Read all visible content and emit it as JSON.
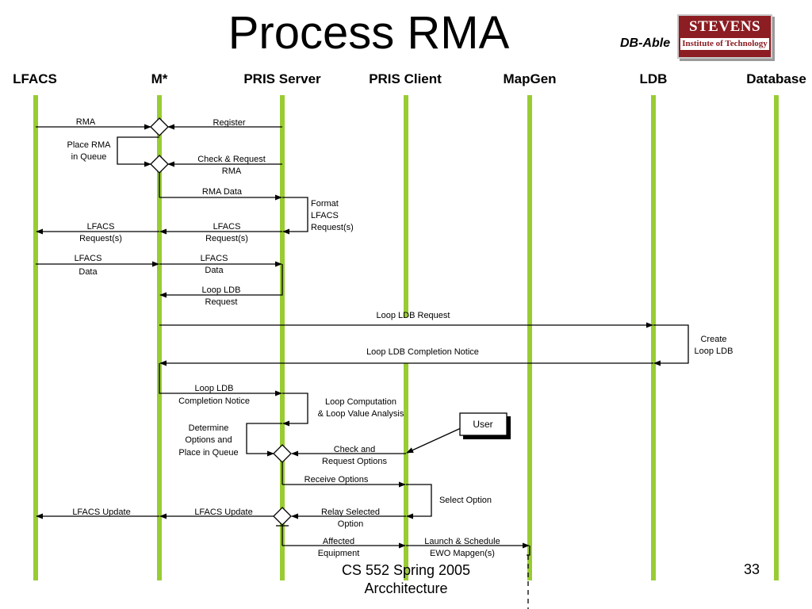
{
  "title": "Process RMA",
  "tag": "DB-Able",
  "logo": {
    "line1": "STEVENS",
    "line2": "Institute of Technology"
  },
  "lanes": [
    "LFACS",
    "M*",
    "PRIS Server",
    "PRIS Client",
    "MapGen",
    "LDB",
    "Database"
  ],
  "colors": {
    "lifeline": "#99cc33",
    "line": "#000000"
  },
  "messages": {
    "rma": "RMA",
    "register": "Register",
    "place_rma": [
      "Place RMA",
      "in Queue"
    ],
    "check_request": [
      "Check & Request",
      "RMA"
    ],
    "rma_data": "RMA Data",
    "format_lfacs": [
      "Format",
      "LFACS",
      "Request(s)"
    ],
    "lfacs_request_left": [
      "LFACS",
      "Request(s)"
    ],
    "lfacs_request_mid": [
      "LFACS",
      "Request(s)"
    ],
    "lfacs_data_left": [
      "LFACS",
      "Data"
    ],
    "lfacs_data_mid": [
      "LFACS",
      "Data"
    ],
    "loop_ldb_request_1": [
      "Loop LDB",
      "Request"
    ],
    "loop_ldb_request_2": "Loop LDB Request",
    "create_loop_ldb": [
      "Create",
      "Loop LDB"
    ],
    "loop_ldb_completion": "Loop LDB Completion Notice",
    "loop_ldb_completion_2": [
      "Loop LDB",
      "Completion Notice"
    ],
    "loop_computation": [
      "Loop Computation",
      "& Loop Value Analysis"
    ],
    "user": "User",
    "determine_options": [
      "Determine",
      "Options and",
      "Place in Queue"
    ],
    "check_request_options": [
      "Check and",
      "Request Options"
    ],
    "receive_options": "Receive Options",
    "select_option": "Select Option",
    "lfacs_update_left": "LFACS Update",
    "lfacs_update_mid": "LFACS Update",
    "relay_selected": [
      "Relay Selected",
      "Option"
    ],
    "affected_equipment": [
      "Affected",
      "Equipment"
    ],
    "launch_schedule": [
      "Launch & Schedule",
      "EWO Mapgen(s)"
    ]
  },
  "footer": {
    "course": [
      "CS 552 Spring 2005",
      "Arcchitecture"
    ],
    "page": "33"
  }
}
